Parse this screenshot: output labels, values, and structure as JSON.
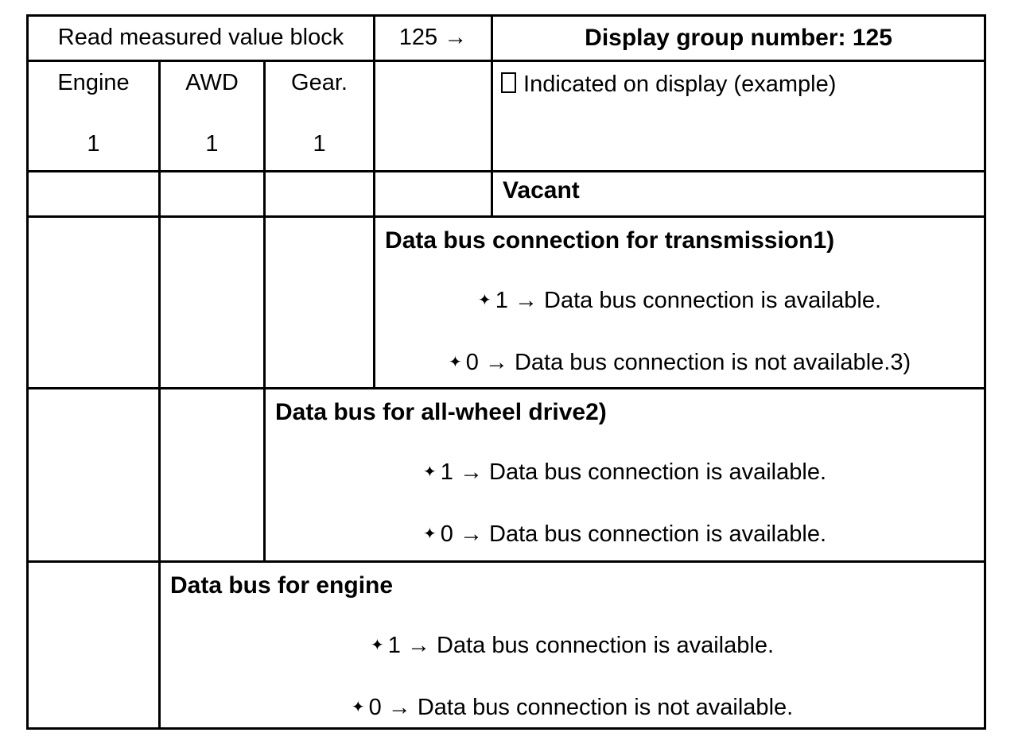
{
  "table": {
    "header": {
      "read_block_label": "Read measured value block",
      "group_entry": "125 →",
      "display_group_title": "Display group number: 125"
    },
    "columns": [
      {
        "name": "Engine",
        "value": "1"
      },
      {
        "name": "AWD",
        "value": "1"
      },
      {
        "name": "Gear.",
        "value": "1"
      }
    ],
    "indicated": {
      "marker": "□",
      "text": "Indicated on display (example)"
    },
    "vacant_label": "Vacant",
    "sections": [
      {
        "id": "transmission",
        "heading": "Data bus connection for transmission1)",
        "bullets": [
          {
            "glyph": "✦",
            "text": "1 → Data bus connection is available."
          },
          {
            "glyph": "✦",
            "text": "0 → Data bus connection is not available.3)"
          }
        ]
      },
      {
        "id": "all-wheel-drive",
        "heading": "Data bus for all-wheel drive2)",
        "bullets": [
          {
            "glyph": "✦",
            "text": "1 → Data bus connection is available."
          },
          {
            "glyph": "✦",
            "text": "0 → Data bus connection is available."
          }
        ]
      },
      {
        "id": "engine",
        "heading": "Data bus for engine",
        "bullets": [
          {
            "glyph": "✦",
            "text": "1 → Data bus connection is available."
          },
          {
            "glyph": "✦",
            "text": "0 → Data bus connection is not available."
          }
        ]
      }
    ]
  },
  "colors": {
    "border": "#000000",
    "text": "#000000",
    "background": "#ffffff"
  }
}
